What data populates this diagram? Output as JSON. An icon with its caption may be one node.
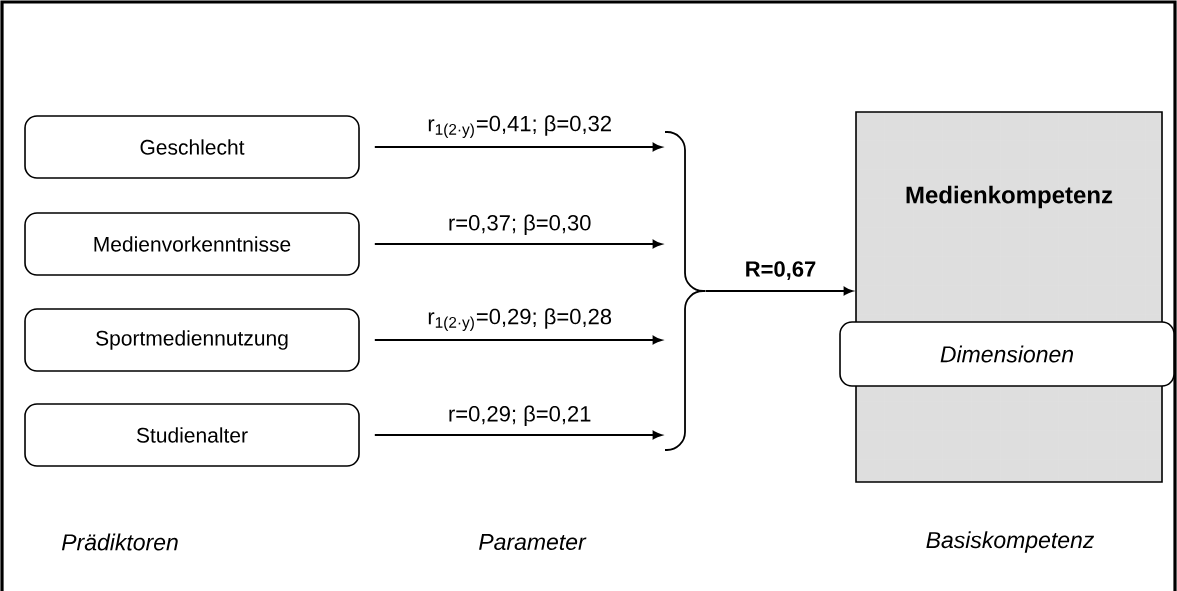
{
  "diagram": {
    "nodes": [
      {
        "text": [
          "Geschlecht"
        ]
      },
      {
        "text": [
          "Medienvorkenntnisse"
        ]
      },
      {
        "text": [
          "Sportmediennutzung"
        ]
      },
      {
        "text": [
          "Studienalter"
        ]
      },
      {
        "text": [],
        "shape": "brace"
      },
      {
        "text": [
          "Medienkompetenz"
        ]
      },
      {
        "text": [
          "Dimensionen"
        ]
      }
    ],
    "edges": [
      {
        "from": 0,
        "to": 4,
        "arrow": "to",
        "label": "r$_{1(2·y)}$=0,41; β=0,32"
      },
      {
        "from": 1,
        "to": 4,
        "arrow": "to",
        "label": "r=0,37; β=0,30"
      },
      {
        "from": 2,
        "to": 4,
        "arrow": "to",
        "label": "r$_{1(2·y)}$=0,29; β=0,28"
      },
      {
        "from": 3,
        "to": 4,
        "arrow": "to",
        "label": "r=0,29; β=0,21"
      },
      {
        "from": 4,
        "to": 5,
        "arrow": "to",
        "label": "R=0,67"
      }
    ],
    "labels": [
      "Prädiktoren",
      "Parameter",
      "Basiskompetenz"
    ]
  }
}
